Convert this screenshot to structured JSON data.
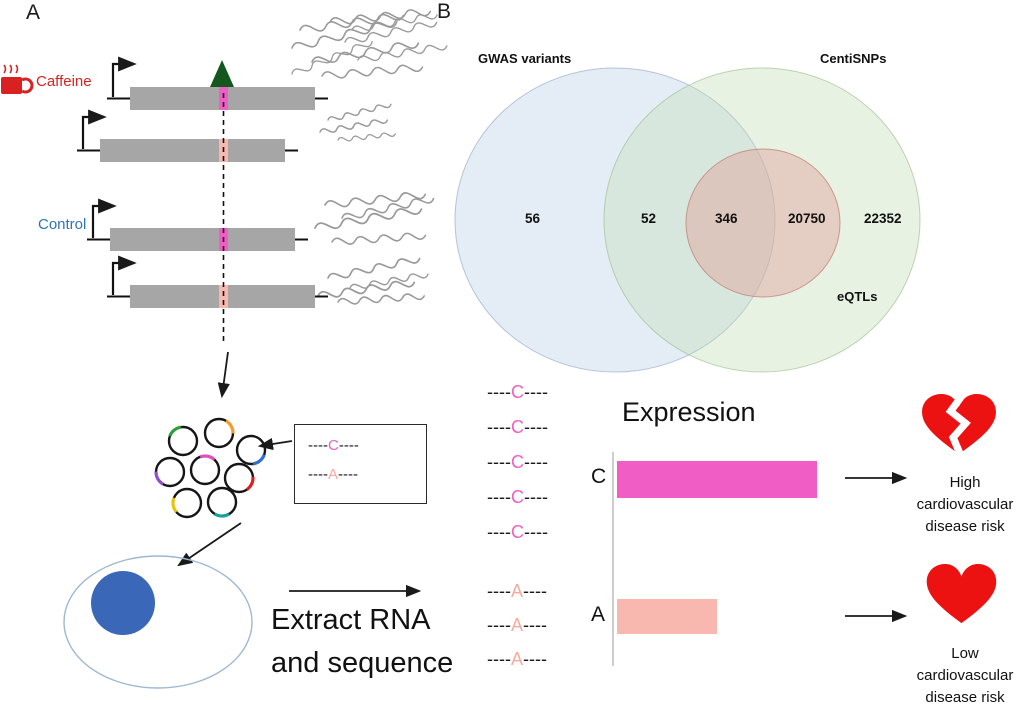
{
  "panel_labels": {
    "a": "A",
    "b": "B"
  },
  "panel_a": {
    "caffeine_label": "Caffeine",
    "control_label": "Control",
    "extract_line1": "Extract RNA",
    "extract_line2": "and sequence"
  },
  "alleles": {
    "dash": "----",
    "c": "C",
    "a": "A"
  },
  "risk": {
    "high": [
      "High",
      "cardiovascular",
      "disease risk"
    ],
    "low": [
      "Low",
      "cardiovascular",
      "disease risk"
    ]
  },
  "colors": {
    "caffeine_red": "#d92121",
    "control_blue": "#2e75b6",
    "c_allele_magenta": "#f05ec5",
    "a_allele_pink": "#f8b7af",
    "construct_gray": "#a6a6a6",
    "variant_triangle_green": "#14571f",
    "nucleus_blue": "#3a67b8",
    "heart_red": "#ec1212",
    "venn_blue": "#b9cfe8",
    "venn_green": "#c2ddb6",
    "venn_red": "#dfa099"
  },
  "icons": {
    "coffee_cup": "red coffee mug with steam",
    "promoter": "bent transcription start arrow",
    "variant_triangle": "dark green triangle on variant site",
    "plasmid": "circular plasmid with colored insert segment",
    "cell": "cell outline with blue nucleus",
    "broken_heart": "broken red heart",
    "heart": "red heart"
  },
  "chart_data": [
    {
      "type": "venn",
      "sets": [
        "GWAS variants",
        "CentiSNPs",
        "eQTLs"
      ],
      "regions": [
        {
          "sets": [
            "GWAS variants"
          ],
          "value": 56
        },
        {
          "sets": [
            "GWAS variants",
            "CentiSNPs"
          ],
          "value": 52
        },
        {
          "sets": [
            "GWAS variants",
            "CentiSNPs",
            "eQTLs"
          ],
          "value": 346
        },
        {
          "sets": [
            "CentiSNPs",
            "eQTLs"
          ],
          "value": 20750
        },
        {
          "sets": [
            "CentiSNPs"
          ],
          "value": 22352
        }
      ],
      "legend_position": "labels-outside",
      "grid": false
    },
    {
      "type": "bar",
      "title": "Expression",
      "orientation": "horizontal",
      "categories": [
        "C",
        "A"
      ],
      "values": [
        1.0,
        0.5
      ],
      "scale": "relative",
      "grid": false
    }
  ]
}
